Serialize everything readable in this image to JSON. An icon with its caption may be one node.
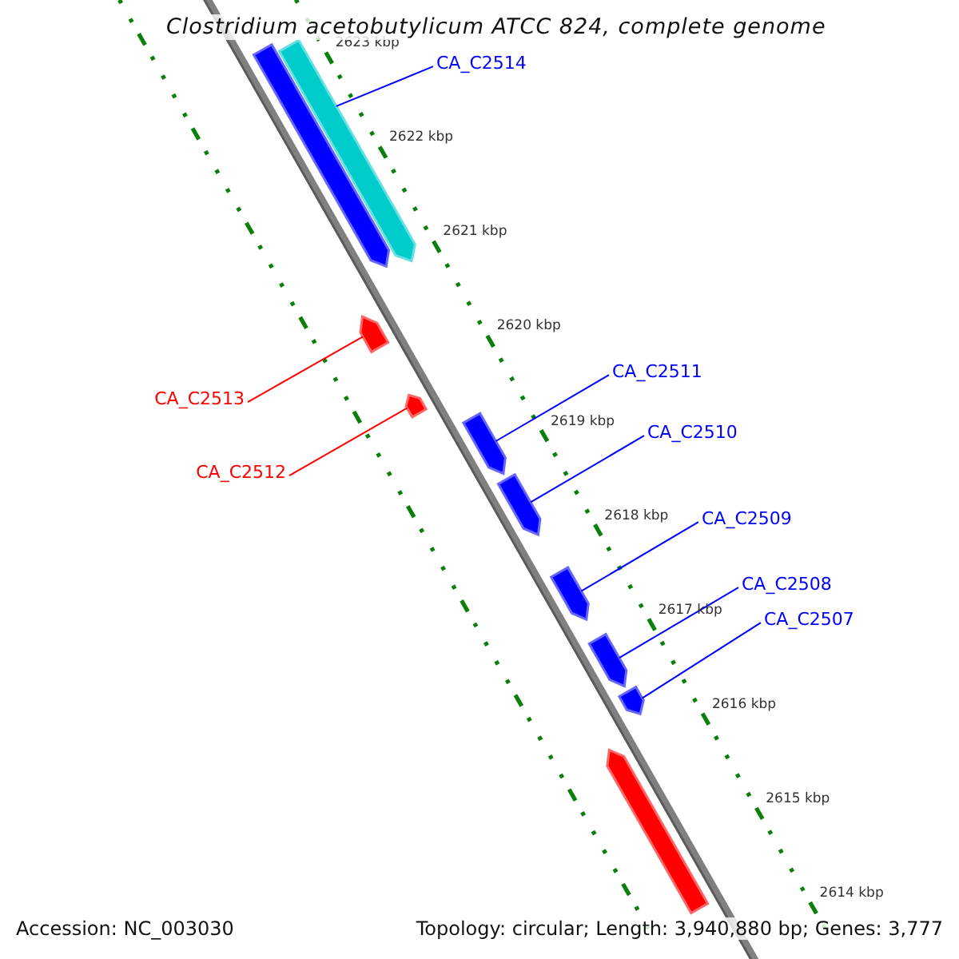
{
  "diagram": {
    "title": "Clostridium acetobutylicum ATCC 824, complete genome",
    "nodes": [
      {
        "text": [
          "CA_C2514"
        ]
      },
      {
        "text": [
          "CA_C2513"
        ]
      },
      {
        "text": [
          "CA_C2512"
        ]
      },
      {
        "text": [
          "CA_C2511"
        ]
      },
      {
        "text": [
          "CA_C2510"
        ]
      },
      {
        "text": [
          "CA_C2509"
        ]
      },
      {
        "text": [
          "CA_C2508"
        ]
      },
      {
        "text": [
          "CA_C2507"
        ]
      },
      {
        "text": [],
        "shape": "bar"
      },
      {
        "text": [],
        "shape": "bar"
      },
      {
        "text": [],
        "shape": "bar"
      },
      {
        "text": [],
        "shape": "bar"
      },
      {
        "text": [],
        "shape": "bar"
      },
      {
        "text": [],
        "shape": "bar"
      },
      {
        "text": [],
        "shape": "bar"
      },
      {
        "text": [],
        "shape": "bar"
      },
      {
        "text": [],
        "shape": "bar"
      },
      {
        "text": [],
        "shape": "bar"
      }
    ],
    "edges": [
      {
        "from": 0,
        "to": 9,
        "arrow": "none"
      },
      {
        "from": 1,
        "to": 10,
        "arrow": "none",
        "color": "#ff0000"
      },
      {
        "from": 2,
        "to": 11,
        "arrow": "none",
        "color": "#ff0000"
      },
      {
        "from": 3,
        "to": 12,
        "arrow": "none"
      },
      {
        "from": 4,
        "to": 13,
        "arrow": "none"
      },
      {
        "from": 5,
        "to": 14,
        "arrow": "none"
      },
      {
        "from": 6,
        "to": 15,
        "arrow": "none"
      },
      {
        "from": 7,
        "to": 16,
        "arrow": "none"
      }
    ],
    "labels": [
      "2623 kbp",
      "2622 kbp",
      "2621 kbp",
      "2620 kbp",
      "2619 kbp",
      "2618 kbp",
      "2617 kbp",
      "2616 kbp",
      "2615 kbp",
      "2614 kbp",
      "Accession: NC_003030",
      "Topology: circular; Length: 3,940,880 bp; Genes: 3,777"
    ]
  }
}
